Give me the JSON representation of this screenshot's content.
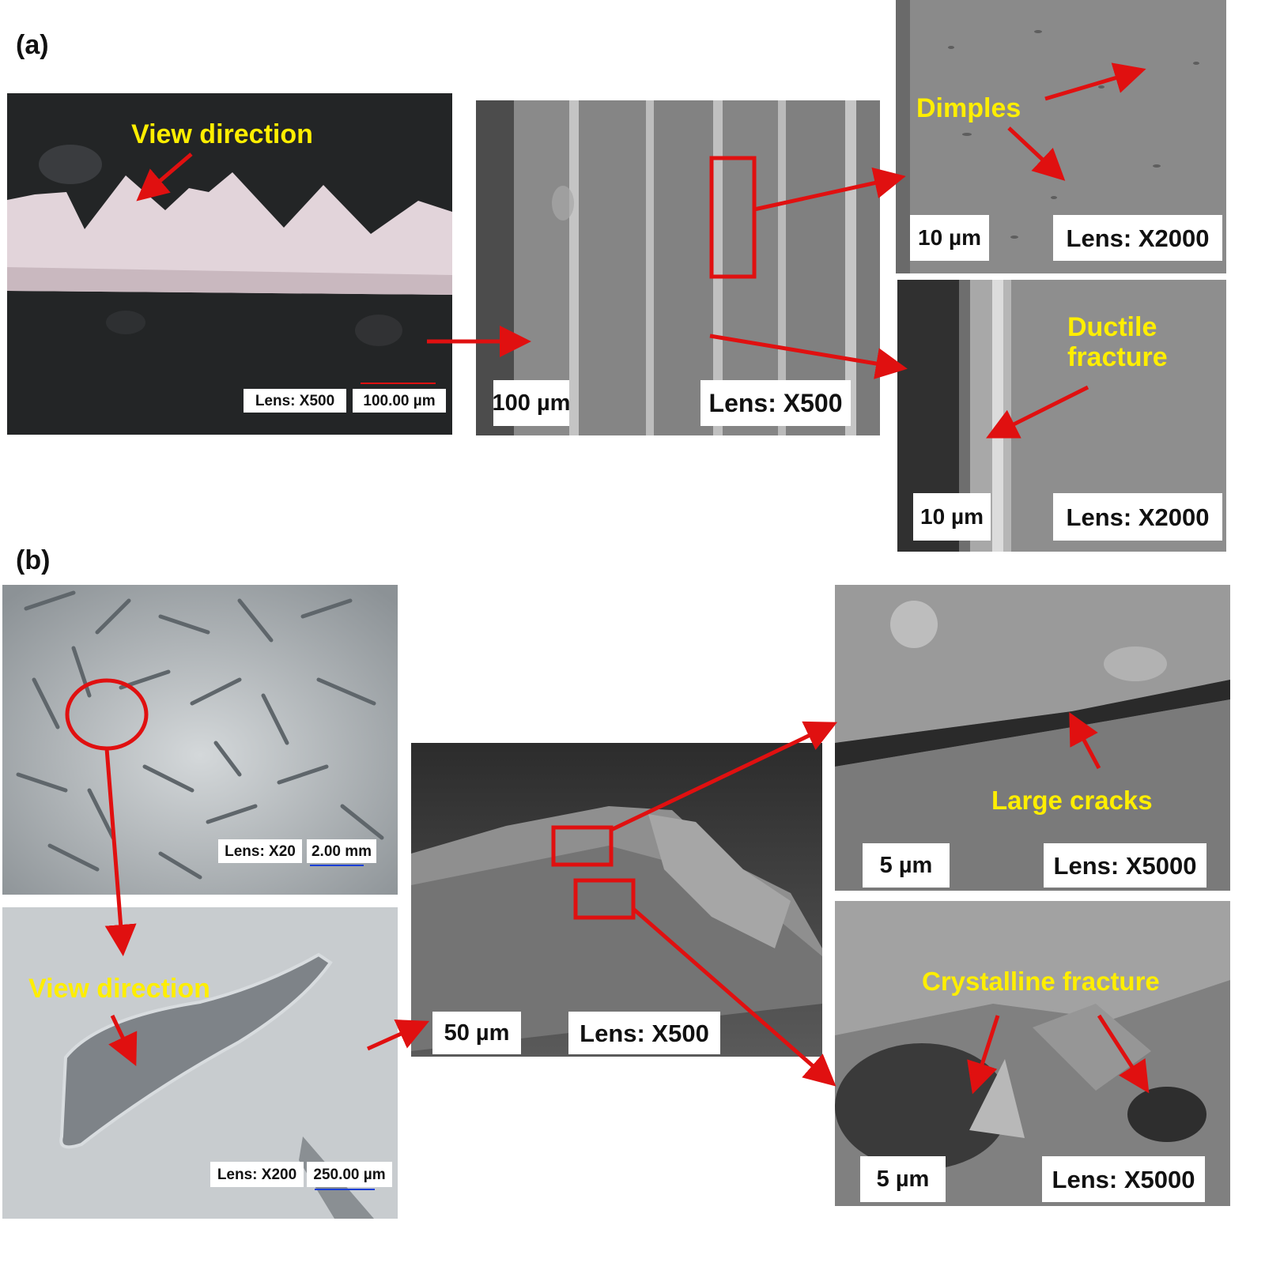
{
  "panels": {
    "a": {
      "label": "(a)",
      "optical": {
        "view_label": "View direction",
        "lens": "Lens: X500",
        "scale": "100.00 µm"
      },
      "sem_low": {
        "scale": "100 µm",
        "lens": "Lens: X500"
      },
      "sem_dimples": {
        "annotation": "Dimples",
        "scale": "10 µm",
        "lens": "Lens: X2000"
      },
      "sem_ductile": {
        "annotation_line1": "Ductile",
        "annotation_line2": "fracture",
        "scale": "10 µm",
        "lens": "Lens: X2000"
      }
    },
    "b": {
      "label": "(b)",
      "optical_low": {
        "lens": "Lens: X20",
        "scale": "2.00 mm"
      },
      "optical_high": {
        "view_label": "View direction",
        "lens": "Lens: X200",
        "scale": "250.00 µm"
      },
      "sem_low": {
        "scale": "50 µm",
        "lens": "Lens: X500"
      },
      "sem_cracks": {
        "annotation": "Large cracks",
        "scale": "5 µm",
        "lens": "Lens: X5000"
      },
      "sem_crystal": {
        "annotation": "Crystalline fracture",
        "scale": "5 µm",
        "lens": "Lens: X5000"
      }
    }
  },
  "colors": {
    "arrow": "#e01010",
    "annotation": "#ffee00"
  }
}
